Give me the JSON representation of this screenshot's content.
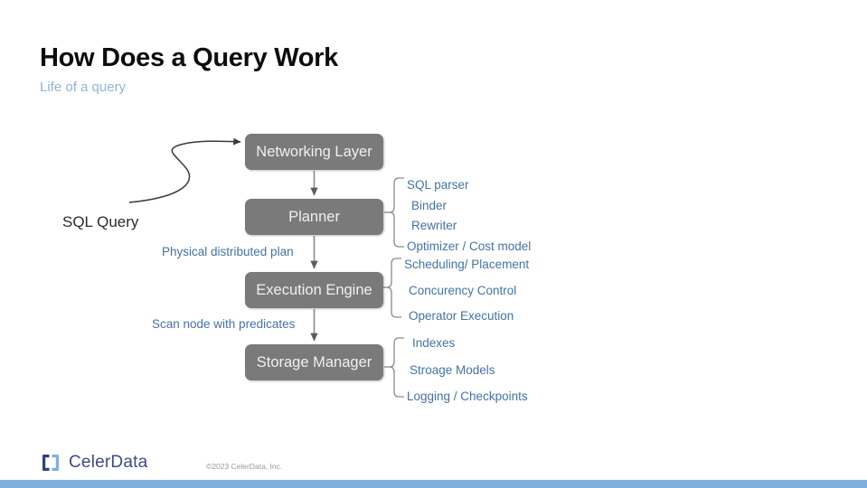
{
  "header": {
    "title": "How Does a Query Work",
    "subtitle": "Life of a query"
  },
  "diagram": {
    "input_label": "SQL Query",
    "boxes": [
      {
        "id": "networking",
        "label": "Networking Layer"
      },
      {
        "id": "planner",
        "label": "Planner"
      },
      {
        "id": "execution",
        "label": "Execution Engine"
      },
      {
        "id": "storage",
        "label": "Storage Manager"
      }
    ],
    "edge_labels": [
      {
        "id": "physical-plan",
        "label": "Physical distributed plan"
      },
      {
        "id": "scan-node",
        "label": "Scan node with predicates"
      }
    ],
    "annotations": [
      {
        "id": "planner",
        "for_box": "Planner",
        "items": [
          "SQL parser",
          "Binder",
          "Rewriter",
          "Optimizer / Cost model"
        ]
      },
      {
        "id": "execution",
        "for_box": "Execution Engine",
        "items": [
          "Scheduling/ Placement",
          "Concurency Control",
          "Operator Execution"
        ]
      },
      {
        "id": "storage",
        "for_box": "Storage Manager",
        "items": [
          "Indexes",
          "Stroage Models",
          "Logging / Checkpoints"
        ]
      }
    ]
  },
  "footer": {
    "logo_text": "CelerData",
    "copyright": "©2023 CelerData, Inc."
  },
  "colors": {
    "box_fill": "#7a7a7a",
    "box_text": "#f0f0f0",
    "annotation_text": "#4472a8",
    "subtitle": "#8fb4d9",
    "brand_navy": "#3b4a8c",
    "bottom_bar": "#7fb0dd",
    "connector_gray": "#8c8c8c"
  }
}
